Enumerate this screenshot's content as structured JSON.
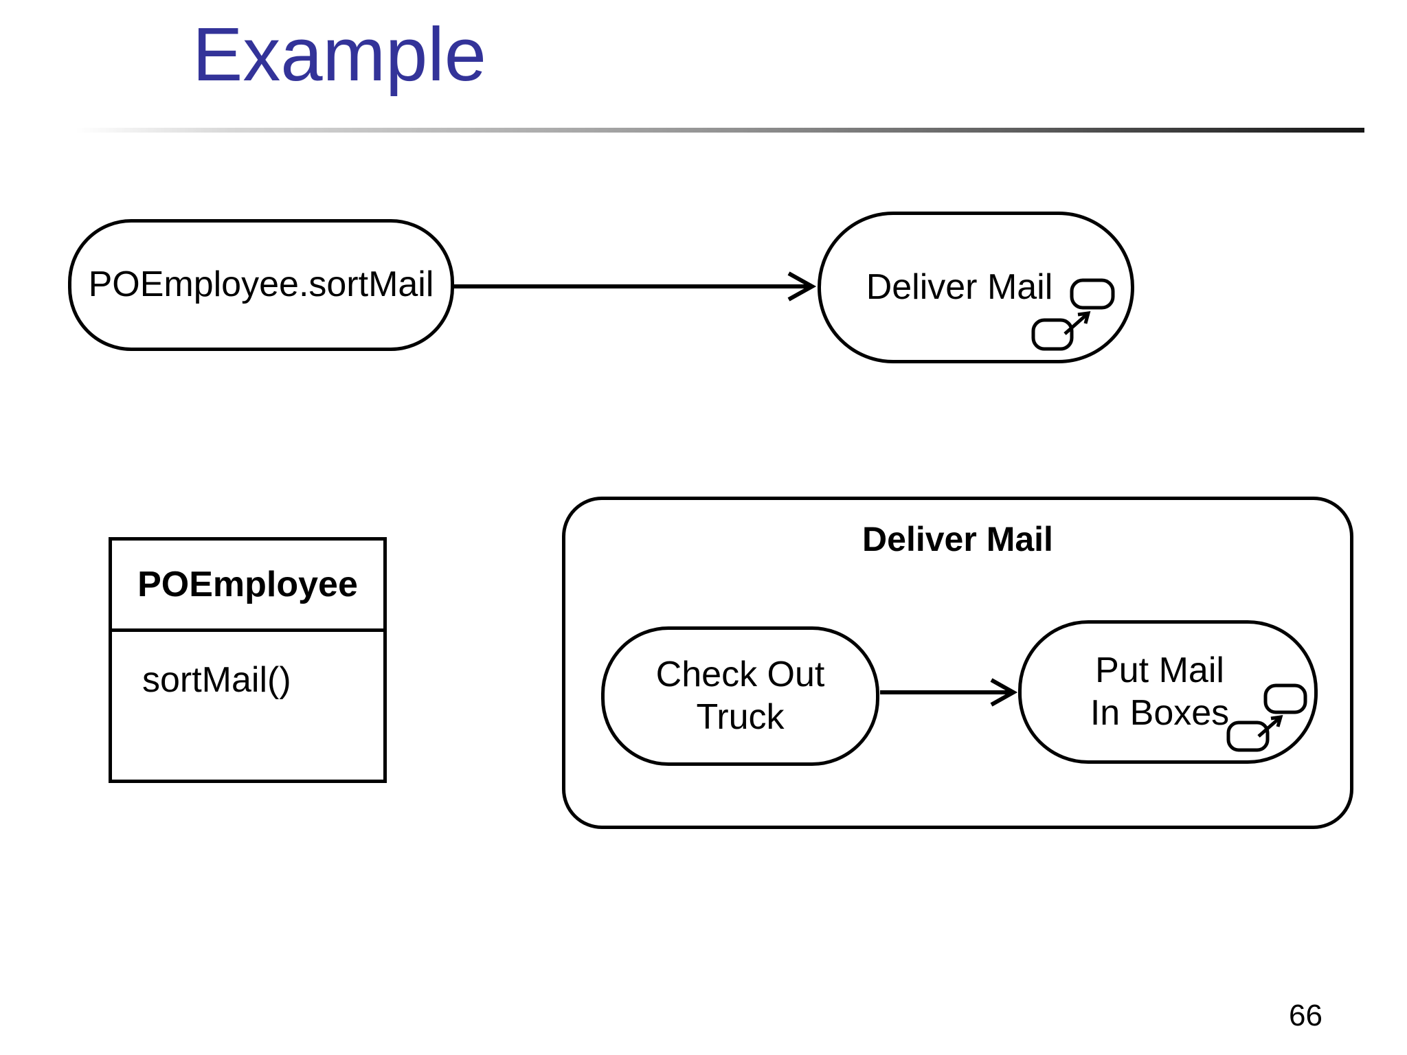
{
  "slide": {
    "title": "Example",
    "title_color": "#333399",
    "page_number": "66",
    "divider_gradient_left": "#ffffff",
    "divider_gradient_right": "#161616"
  },
  "activity_overview": {
    "source_node": {
      "label": "POEmployee.sortMail"
    },
    "target_node": {
      "label": "Deliver Mail",
      "icon": "subactivity-rake-icon"
    },
    "arrow_style": "open-arrowhead"
  },
  "class_box": {
    "name": "POEmployee",
    "operation": "sortMail()"
  },
  "subactivity_container": {
    "title": "Deliver Mail",
    "left_node": {
      "line1": "Check Out",
      "line2": "Truck"
    },
    "right_node": {
      "line1": "Put Mail",
      "line2": "In Boxes",
      "icon": "subactivity-rake-icon"
    },
    "arrow_style": "open-arrowhead"
  },
  "diagram_colors": {
    "stroke": "#000000",
    "background": "#ffffff",
    "text": "#000000"
  }
}
